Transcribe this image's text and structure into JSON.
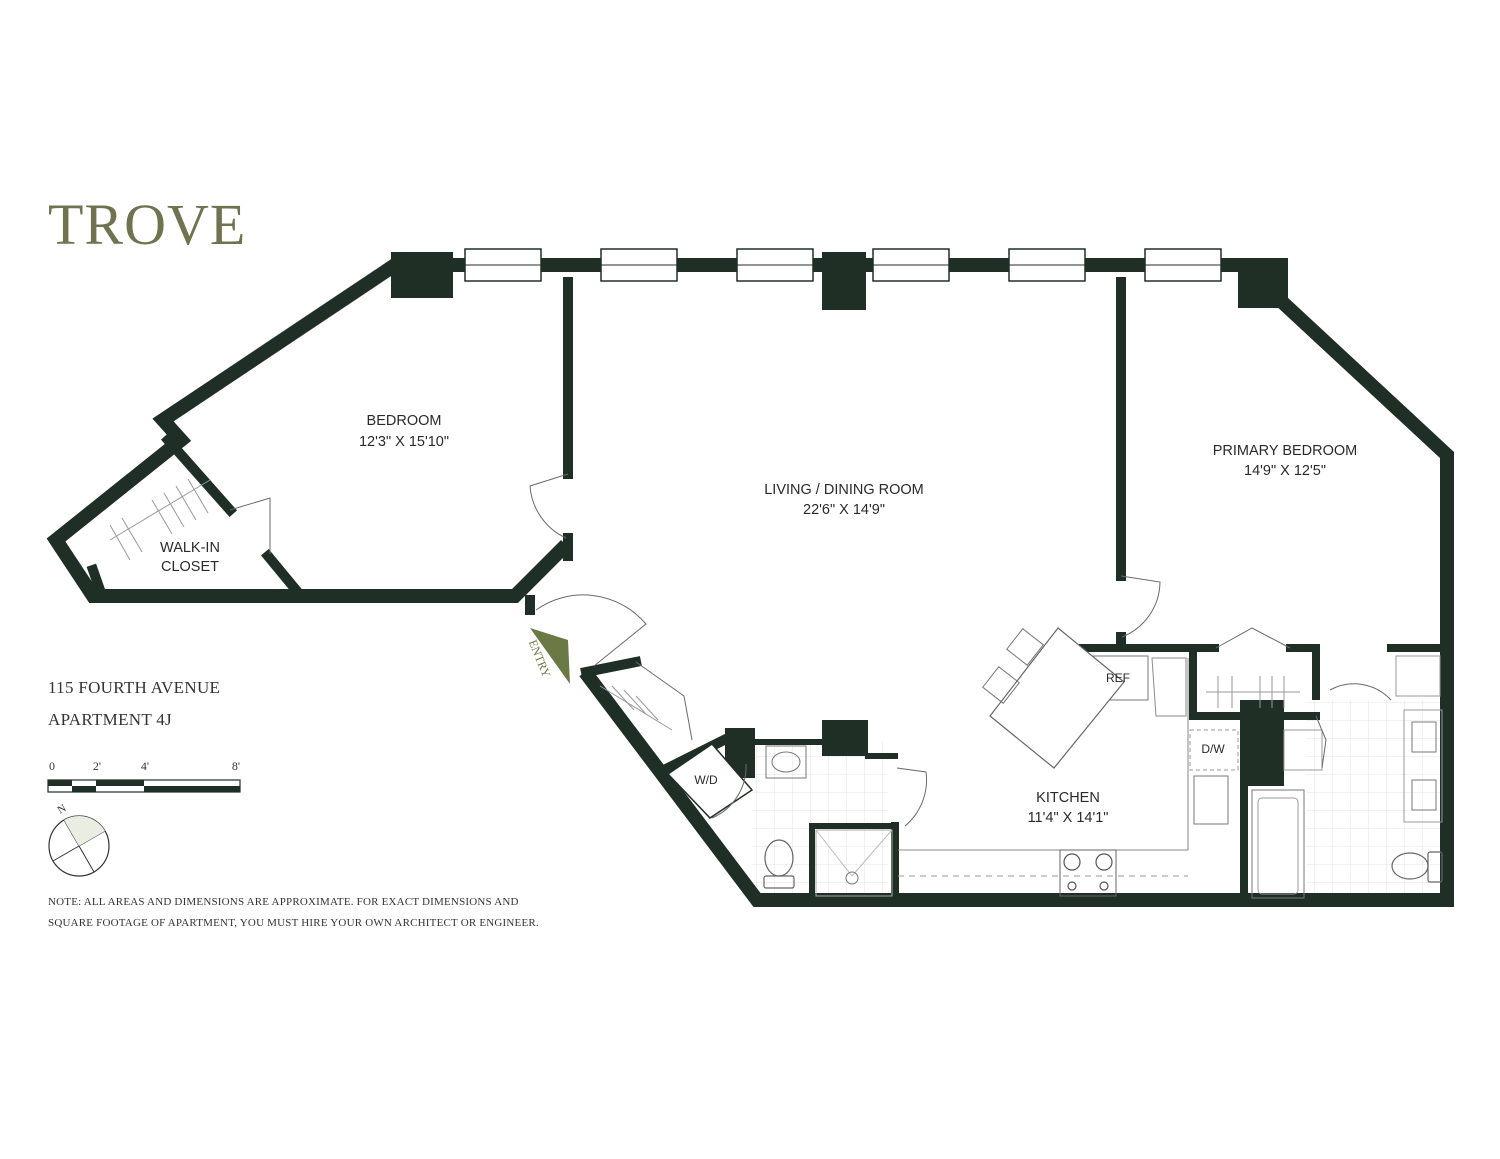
{
  "brand": "TROVE",
  "address": {
    "line1": "115 FOURTH AVENUE",
    "line2": "APARTMENT 4J"
  },
  "scale": {
    "ticks": [
      "0",
      "2'",
      "4'",
      "8'"
    ]
  },
  "compass": {
    "north_label": "N"
  },
  "entry_label": "ENTRY",
  "rooms": {
    "bedroom": {
      "name": "BEDROOM",
      "dims": "12'3\" X 15'10\""
    },
    "walkin": {
      "name_line1": "WALK-IN",
      "name_line2": "CLOSET"
    },
    "living": {
      "name": "LIVING / DINING ROOM",
      "dims": "22'6\" X 14'9\""
    },
    "primary": {
      "name": "PRIMARY BEDROOM",
      "dims": "14'9\" X 12'5\""
    },
    "kitchen": {
      "name": "KITCHEN",
      "dims": "11'4\" X 14'1\""
    }
  },
  "fixtures": {
    "ref": "REF",
    "dw": "D/W",
    "wd": "W/D"
  },
  "note": {
    "line1": "NOTE: ALL AREAS AND DIMENSIONS ARE APPROXIMATE. FOR EXACT DIMENSIONS AND",
    "line2": "SQUARE FOOTAGE OF APARTMENT, YOU MUST HIRE YOUR OWN ARCHITECT OR ENGINEER."
  },
  "colors": {
    "wall": "#1f2f26",
    "brand": "#6f7350",
    "entry_arrow": "#6b7a45"
  }
}
